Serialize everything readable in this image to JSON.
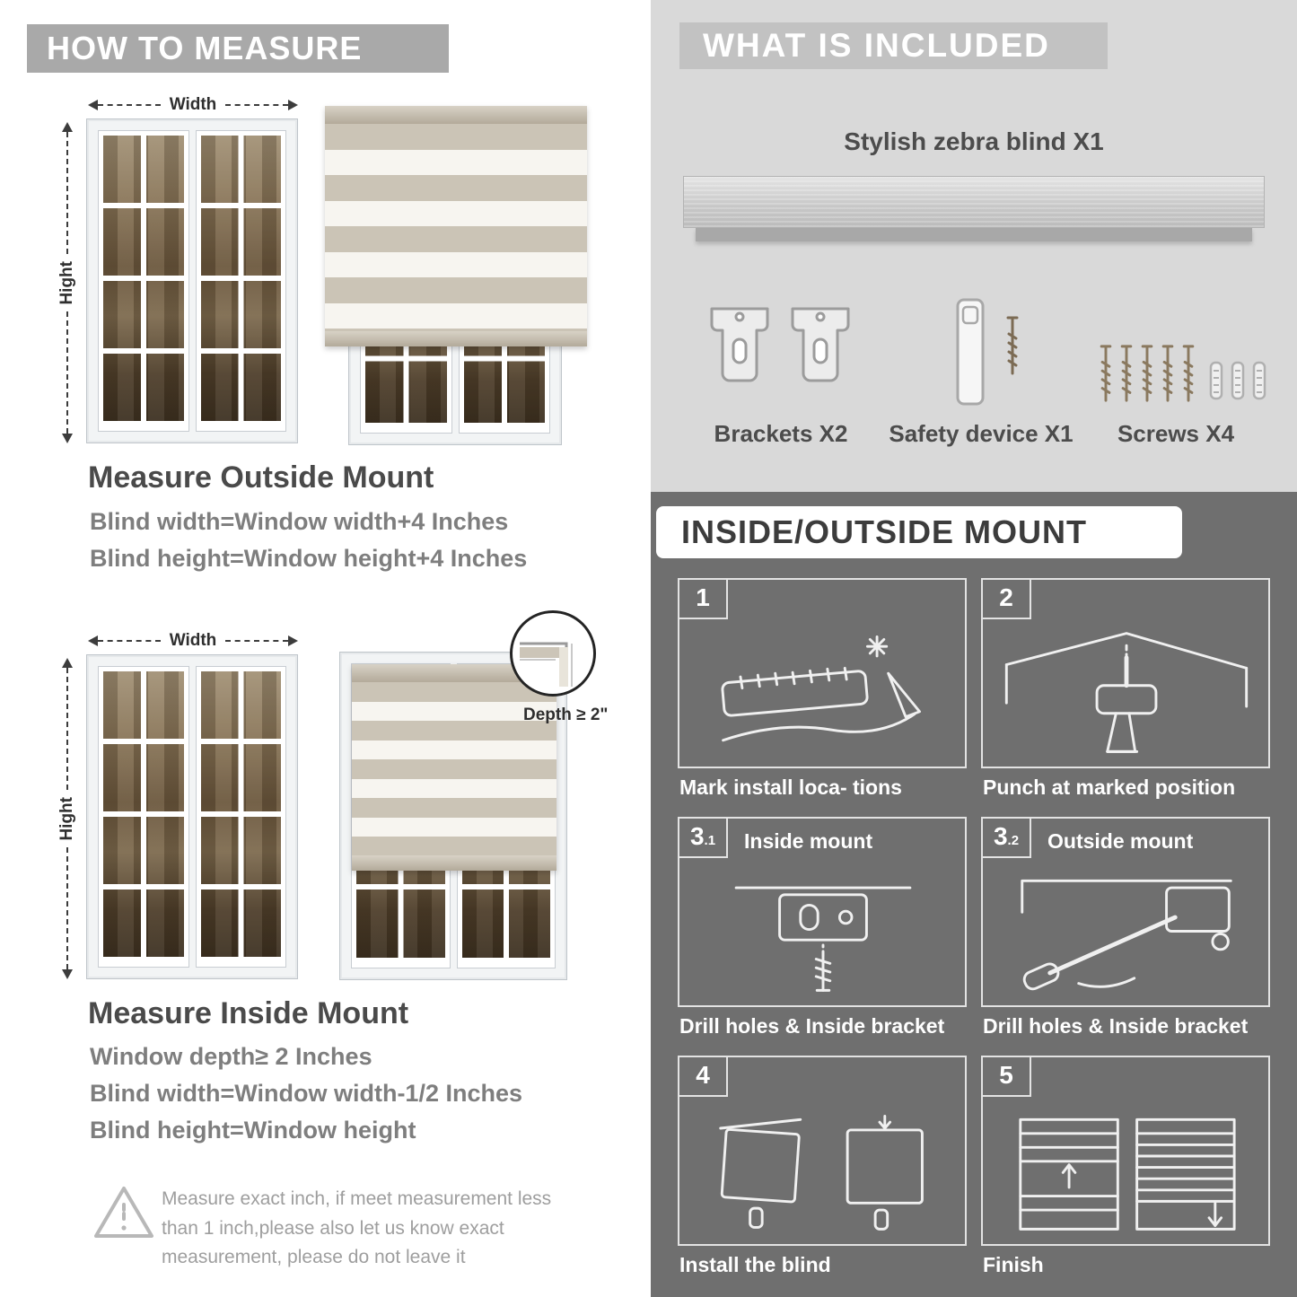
{
  "left": {
    "header": "HOW TO MEASURE",
    "outside": {
      "width_label": "Width",
      "height_label": "Hight",
      "title": "Measure Outside Mount",
      "formula1": "Blind width=Window width+4 Inches",
      "formula2": "Blind height=Window height+4 Inches"
    },
    "inside": {
      "width_label": "Width",
      "height_label": "Hight",
      "depth_label": "Depth ≥ 2\"",
      "title": "Measure Inside Mount",
      "formula1": "Window depth≥ 2 Inches",
      "formula2": "Blind width=Window width-1/2 Inches",
      "formula3": "Blind height=Window height"
    },
    "warning_text": "Measure exact inch, if meet measurement less than 1 inch,please also let us know exact measurement, please do not leave it"
  },
  "included": {
    "header": "WHAT IS INCLUDED",
    "blind_label": "Stylish zebra blind X1",
    "brackets_label": "Brackets X2",
    "safety_label": "Safety device X1",
    "screws_label": "Screws X4"
  },
  "mount": {
    "header": "INSIDE/OUTSIDE MOUNT",
    "steps": [
      {
        "num": "1",
        "sub": "",
        "title": "",
        "caption": "Mark install loca- tions"
      },
      {
        "num": "2",
        "sub": "",
        "title": "",
        "caption": "Punch at marked position"
      },
      {
        "num": "3",
        "sub": ".1",
        "title": "Inside mount",
        "caption": "Drill holes & Inside bracket"
      },
      {
        "num": "3",
        "sub": ".2",
        "title": "Outside mount",
        "caption": "Drill holes & Inside bracket"
      },
      {
        "num": "4",
        "sub": "",
        "title": "",
        "caption": "Install the blind"
      },
      {
        "num": "5",
        "sub": "",
        "title": "",
        "caption": "Finish"
      }
    ]
  },
  "colors": {
    "accent_gray": "#a9a9a9",
    "light_panel": "#d9d9d9",
    "dark_panel": "#6f6f6f"
  }
}
